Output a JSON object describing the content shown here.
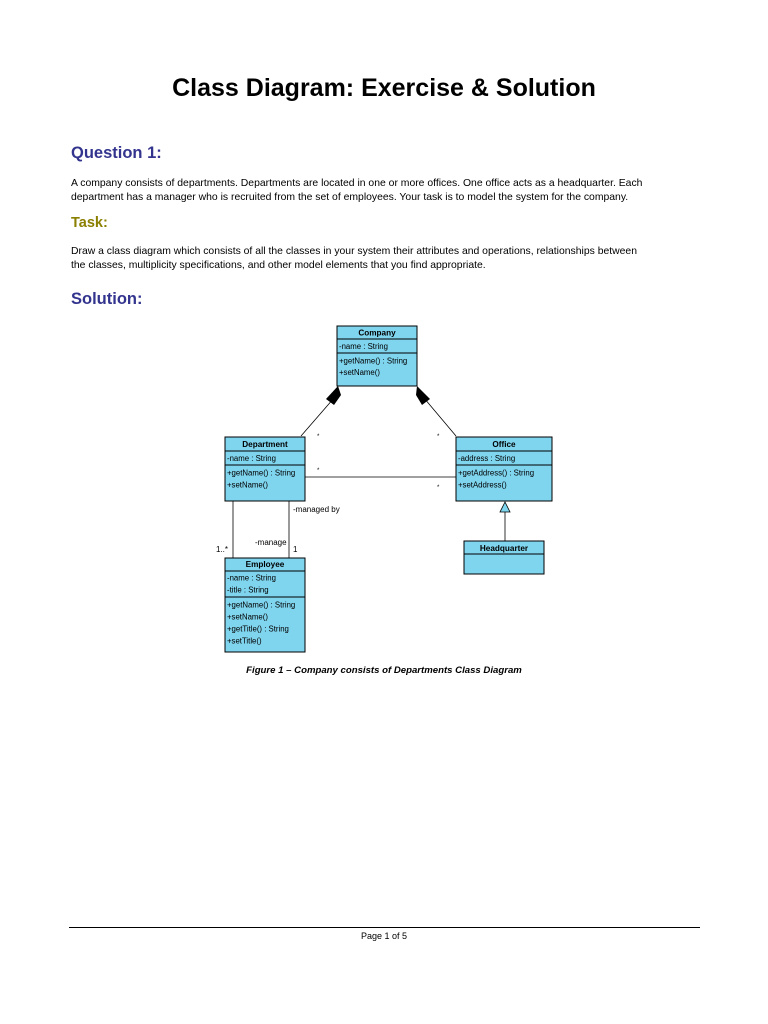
{
  "title": "Class Diagram: Exercise & Solution",
  "question": {
    "heading": "Question 1:",
    "lines": [
      "A company consists of departments. Departments are located in one or more offices. One office acts as a headquarter. Each",
      "department has a manager who is recruited from the set of employees. Your task is to model the system for the company."
    ]
  },
  "task": {
    "heading": "Task:",
    "lines": [
      "Draw a class diagram which consists of all the classes in your system their attributes and operations, relationships between",
      "the classes, multiplicity specifications, and other model elements that you find appropriate."
    ]
  },
  "solution": {
    "heading": "Solution:"
  },
  "diagram": {
    "company": {
      "name": "Company",
      "attributes": [
        "-name : String"
      ],
      "operations": [
        "+getName() : String",
        "+setName()"
      ]
    },
    "department": {
      "name": "Department",
      "attributes": [
        "-name : String"
      ],
      "operations": [
        "+getName() : String",
        "+setName()"
      ]
    },
    "office": {
      "name": "Office",
      "attributes": [
        "-address : String"
      ],
      "operations": [
        "+getAddress() : String",
        "+setAddress()"
      ]
    },
    "headquarter": {
      "name": "Headquarter"
    },
    "employee": {
      "name": "Employee",
      "attributes": [
        "-name : String",
        "-title : String"
      ],
      "operations": [
        "+getName() : String",
        "+setName()",
        "+getTitle() : String",
        "+setTitle()"
      ]
    },
    "labels": {
      "managed_by": "-managed by",
      "manage": "-manage",
      "mult_1_many": "1..*",
      "mult_1": "1",
      "mult_company_dept": "*",
      "mult_company_office": "*",
      "mult_dept_office": "*",
      "mult_office_dept": "*"
    }
  },
  "caption": "Figure 1 – Company consists of Departments Class Diagram",
  "footer": "Page 1 of 5"
}
